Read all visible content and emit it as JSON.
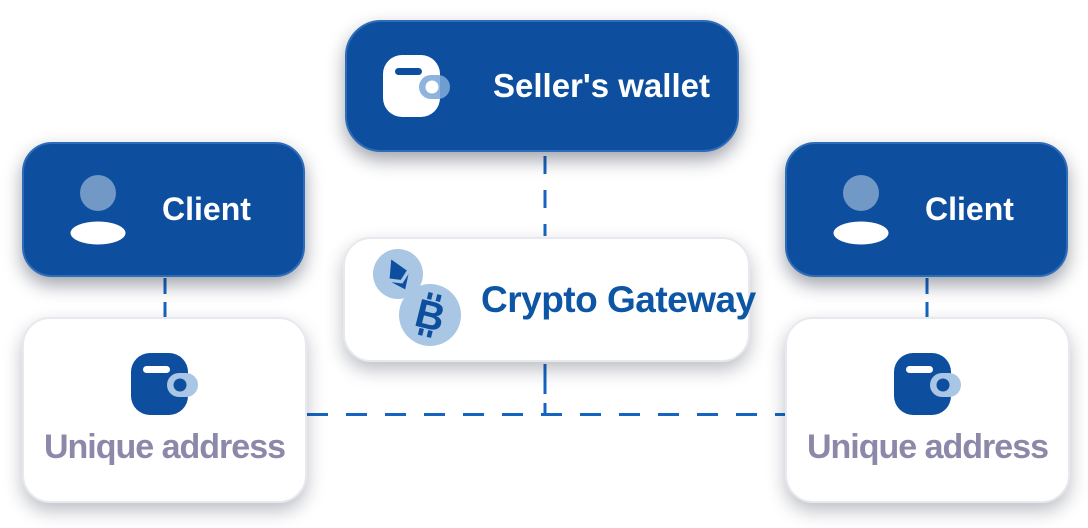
{
  "canvas": {
    "background": "#ffffff"
  },
  "colors": {
    "primary_blue": "#0d4f9e",
    "primary_blue_border": "#2d6cb8",
    "connector_blue": "#1565c0",
    "gateway_label_blue": "#0d55a5",
    "unique_address_text": "#8c88a9",
    "icon_light_blue": "#a9c6e4",
    "white": "#ffffff"
  },
  "nodes": {
    "seller_wallet": {
      "label": "Seller's wallet",
      "icon": "wallet-icon"
    },
    "client_left": {
      "label": "Client",
      "icon": "person-icon"
    },
    "client_right": {
      "label": "Client",
      "icon": "person-icon"
    },
    "crypto_gateway": {
      "label": "Crypto Gateway",
      "icons": [
        "ethereum-coin-icon",
        "bitcoin-coin-icon"
      ]
    },
    "unique_address_left": {
      "label": "Unique address",
      "icon": "wallet-icon"
    },
    "unique_address_right": {
      "label": "Unique address",
      "icon": "wallet-icon"
    }
  },
  "connectors": [
    {
      "from": "seller_wallet",
      "to": "crypto_gateway",
      "style": "dashed-vertical"
    },
    {
      "from": "crypto_gateway",
      "to": "address-bus",
      "style": "dashed-vertical"
    },
    {
      "from": "unique_address_left",
      "to": "unique_address_right",
      "style": "dashed-horizontal"
    },
    {
      "from": "client_left",
      "to": "unique_address_left",
      "style": "dashed-vertical"
    },
    {
      "from": "client_right",
      "to": "unique_address_right",
      "style": "dashed-vertical"
    }
  ]
}
